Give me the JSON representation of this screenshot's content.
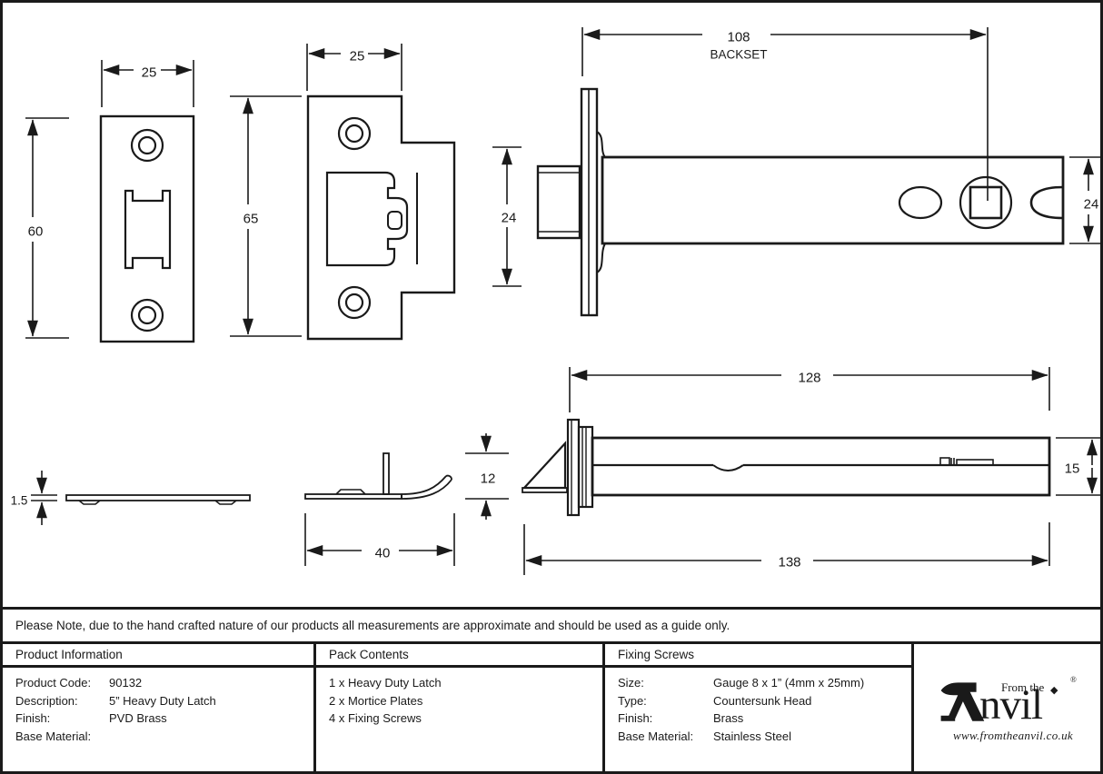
{
  "note": "Please Note, due to the hand crafted nature of our products all measurements are approximate and should be used as a guide only.",
  "dimensions": {
    "plate_front": {
      "width": "25",
      "height": "60"
    },
    "mortice_plate": {
      "width": "25",
      "height": "65",
      "tab_height": "24"
    },
    "latch_side": {
      "backset_value": "108",
      "backset_label": "BACKSET",
      "case_height": "24"
    },
    "latch_top": {
      "case_length": "128",
      "case_width": "15",
      "overall_length": "138"
    },
    "plate_side": {
      "thickness": "1.5"
    },
    "mortice_side": {
      "tongue_height": "12",
      "tongue_length": "40"
    }
  },
  "table": {
    "product_information": {
      "header": "Product Information",
      "rows": [
        {
          "label": "Product Code:",
          "value": "90132"
        },
        {
          "label": "Description:",
          "value": "5” Heavy Duty Latch"
        },
        {
          "label": "Finish:",
          "value": "PVD Brass"
        },
        {
          "label": "Base Material:",
          "value": ""
        }
      ]
    },
    "pack_contents": {
      "header": "Pack Contents",
      "items": [
        "1 x Heavy Duty Latch",
        "2 x Mortice Plates",
        "4 x Fixing Screws"
      ]
    },
    "fixing_screws": {
      "header": "Fixing Screws",
      "rows": [
        {
          "label": "Size:",
          "value": "Gauge 8 x 1” (4mm x 25mm)"
        },
        {
          "label": "Type:",
          "value": "Countersunk Head"
        },
        {
          "label": "Finish:",
          "value": "Brass"
        },
        {
          "label": "Base Material:",
          "value": "Stainless Steel"
        }
      ]
    }
  },
  "logo": {
    "prefix": "From the",
    "brand_rest": "nvil",
    "registered": "®",
    "diamond": "◆",
    "website": "www.fromtheanvil.co.uk"
  },
  "colors": {
    "ink": "#1a1a1a",
    "background": "#ffffff"
  }
}
